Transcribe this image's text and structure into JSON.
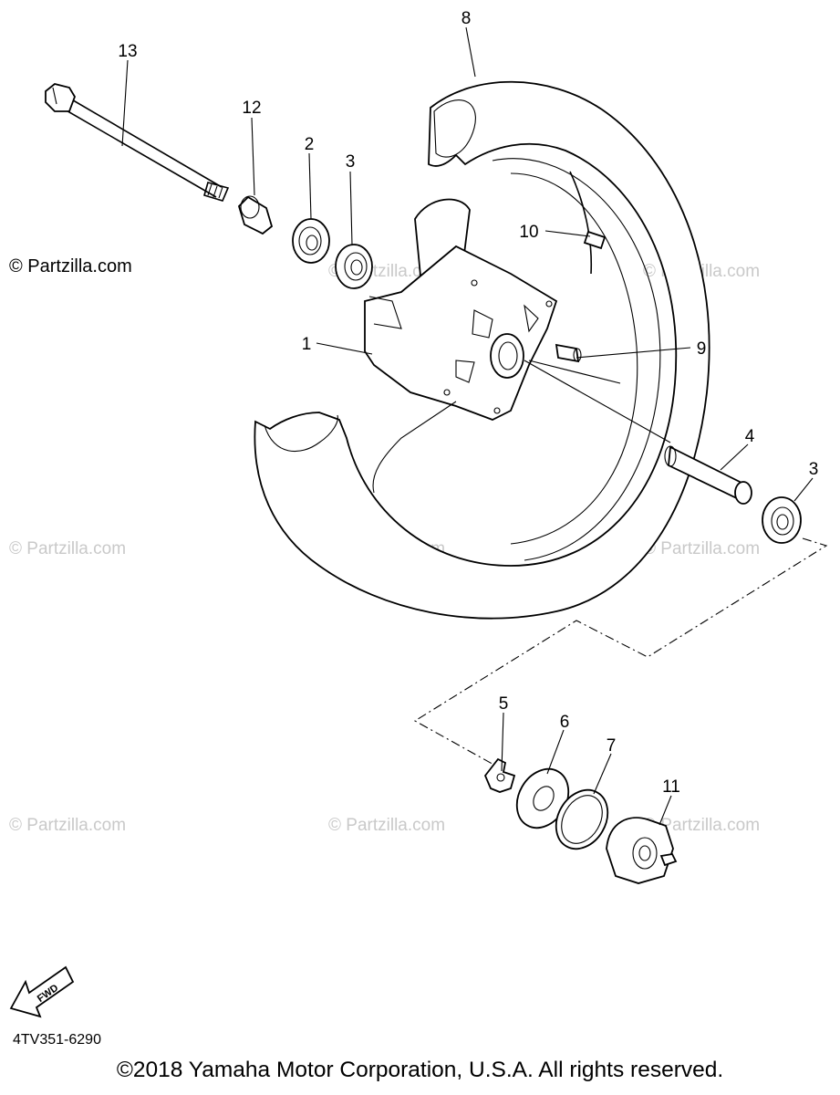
{
  "watermark_primary": "© Partzilla.com",
  "watermark_faint": "© Partzilla.com",
  "part_code": "4TV351-6290",
  "copyright": "©2018 Yamaha Motor Corporation, U.S.A. All rights reserved.",
  "fwd_label": "FWD",
  "callouts": {
    "c1": "1",
    "c2": "2",
    "c3a": "3",
    "c3b": "3",
    "c4": "4",
    "c5": "5",
    "c6": "6",
    "c7": "7",
    "c8": "8",
    "c9": "9",
    "c10": "10",
    "c11": "11",
    "c12": "12",
    "c13": "13"
  }
}
